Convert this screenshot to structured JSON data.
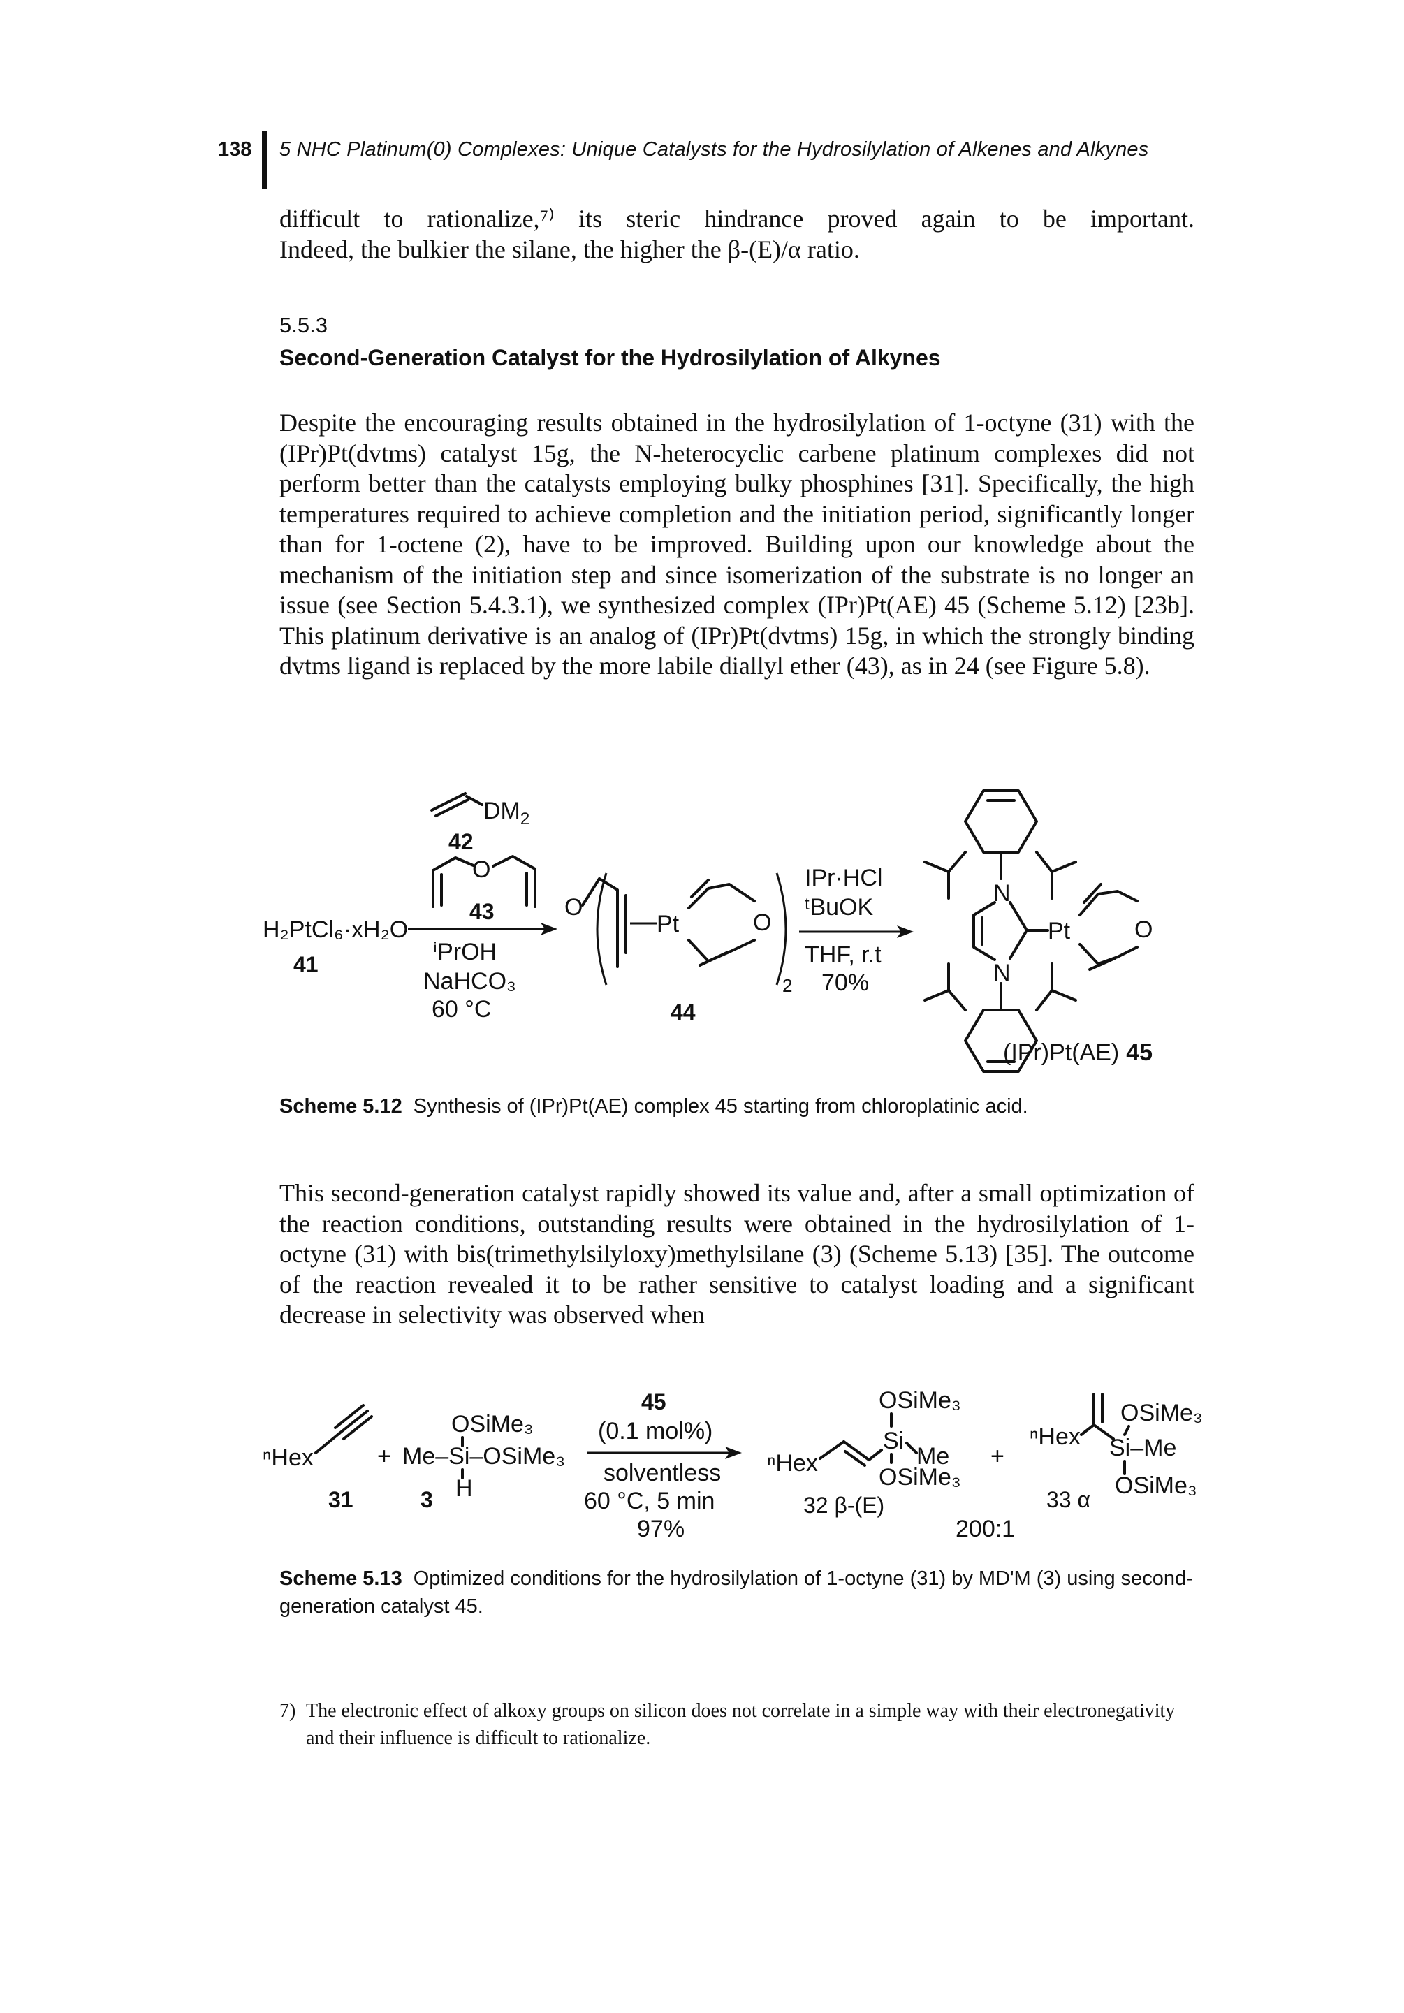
{
  "header": {
    "page_number": "138",
    "running_head": "5 NHC Platinum(0) Complexes: Unique Catalysts for the Hydrosilylation of Alkenes and Alkynes"
  },
  "para_top": {
    "line1": "difficult to rationalize,⁷⁾ its steric hindrance proved again to be important.",
    "line2": "Indeed, the bulkier the silane, the higher the β-(E)/α ratio."
  },
  "section": {
    "number": "5.5.3",
    "title": "Second-Generation Catalyst for the Hydrosilylation of Alkynes"
  },
  "para_main": "Despite the encouraging results obtained in the hydrosilylation of 1-octyne (31) with the (IPr)Pt(dvtms) catalyst 15g, the N-heterocyclic carbene platinum complexes did not perform better than the catalysts employing bulky phosphines [31]. Specifically, the high temperatures required to achieve completion and the initiation period, significantly longer than for 1-octene (2), have to be improved. Building upon our knowledge about the mechanism of the initiation step and since isomerization of the substrate is no longer an issue (see Section 5.4.3.1), we synthesized complex (IPr)Pt(AE) 45 (Scheme 5.12) [23b]. This platinum derivative is an analog of (IPr)Pt(dvtms) 15g, in which the strongly binding dvtms ligand is replaced by the more labile diallyl ether (43), as in 24 (see Figure 5.8).",
  "scheme_512": {
    "dm2": "DM",
    "dm2_sub": "2",
    "num_42": "42",
    "num_43": "43",
    "num_41": "41",
    "num_44": "44",
    "start": "H₂PtCl₆·xH₂O",
    "cond1": "ⁱPrOH",
    "cond2": "NaHCO₃",
    "cond3": "60 °C",
    "O": "O",
    "Pt": "Pt",
    "N": "N",
    "sub2": "2",
    "reag1": "IPr·HCl",
    "reag2": "ᵗBuOK",
    "reag3": "THF, r.t",
    "reag4": "70%",
    "product": "(IPr)Pt(AE)",
    "num_45": "45"
  },
  "caption_512": {
    "label": "Scheme 5.12",
    "text": "Synthesis of (IPr)Pt(AE) complex 45 starting from chloroplatinic acid."
  },
  "para_after": "This second-generation catalyst rapidly showed its value and, after a small optimization of the reaction conditions, outstanding results were obtained in the hydrosilylation of 1-octyne (31) with bis(trimethylsilyloxy)methylsilane (3) (Scheme 5.13) [35]. The outcome of the reaction revealed it to be rather sensitive to catalyst loading and a significant decrease in selectivity was observed when",
  "scheme_513": {
    "hex": "ⁿHex",
    "num_31": "31",
    "plus": "+",
    "osime3": "OSiMe₃",
    "me_si_osime3": "Me–Si–OSiMe₃",
    "H": "H",
    "num_3": "3",
    "cat_num": "45",
    "cat_load": "(0.1 mol%)",
    "cond1": "solventless",
    "cond2": "60 °C, 5 min",
    "cond3": "97%",
    "si": "Si",
    "me": "Me",
    "si_me": "Si–Me",
    "prod_32": "32 β-(E)",
    "ratio": "200:1",
    "prod_33": "33 α"
  },
  "caption_513": {
    "label": "Scheme 5.13",
    "text": "Optimized conditions for the hydrosilylation of 1-octyne (31) by MD'M (3) using second-generation catalyst 45."
  },
  "footnote": {
    "mark": "7)",
    "text": "The electronic effect of alkoxy groups on silicon does not correlate in a simple way with their electronegativity and their influence is difficult to rationalize."
  }
}
